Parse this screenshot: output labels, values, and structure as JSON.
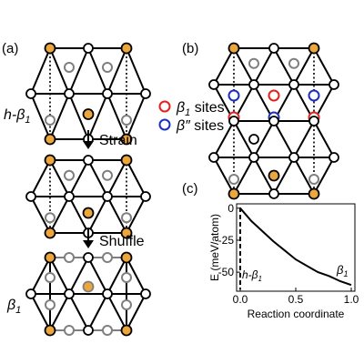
{
  "panels": {
    "a": {
      "label": "(a)",
      "top_label_prefix": "h-",
      "top_label_greek": "β",
      "top_label_sub": "1",
      "arrow1_label": "Strain",
      "arrow2_label": "Shuffle",
      "bottom_label_greek": "β",
      "bottom_label_sub": "1"
    },
    "b": {
      "label": "(b)",
      "legend": [
        {
          "greek": "β",
          "sub": "1",
          "suffix": " sites",
          "color": "#e8201c"
        },
        {
          "greek": "β",
          "sub": "″",
          "suffix": " sites",
          "color": "#1b2fc7"
        }
      ]
    },
    "c": {
      "label": "(c)",
      "chart_data": {
        "type": "line",
        "xlabel": "Reaction coordinate",
        "ylabel": "E (meV/atom)",
        "xlim": [
          0,
          1
        ],
        "ylim": [
          -62,
          2
        ],
        "xticks": [
          "0.0",
          "0.5",
          "1.0"
        ],
        "yticks": [
          "0",
          "-25",
          "-50"
        ],
        "series": [
          {
            "x": [
              0.0,
              0.05,
              0.1,
              0.2,
              0.3,
              0.4,
              0.5,
              0.6,
              0.7,
              0.8,
              0.9,
              1.0
            ],
            "y": [
              0,
              -5,
              -10,
              -18,
              -26,
              -33,
              -40,
              -45,
              -50,
              -53,
              -57,
              -60
            ]
          }
        ],
        "annotations": [
          {
            "prefix": "h-",
            "greek": "β",
            "sub": "1"
          },
          {
            "prefix": "",
            "greek": "β",
            "sub": "1"
          }
        ]
      }
    },
    "colors": {
      "orange": "#eda63c",
      "grey": "#7f7f7f",
      "red": "#e8201c",
      "blue": "#1b2fc7"
    }
  }
}
